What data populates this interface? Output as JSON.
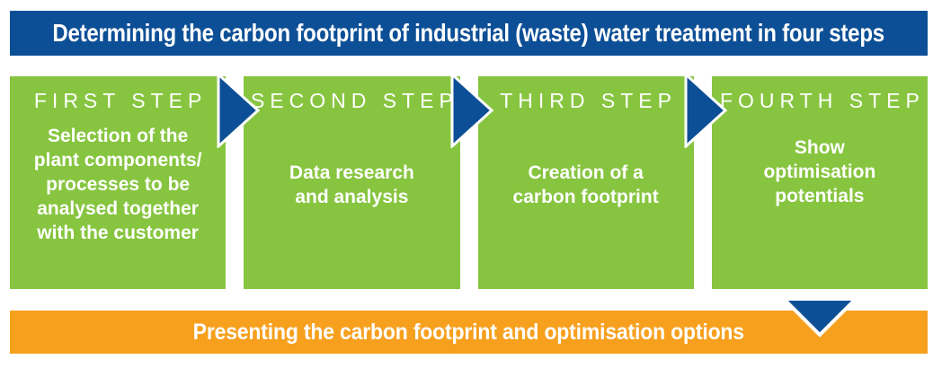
{
  "colors": {
    "blue": "#0D4F96",
    "green": "#87C540",
    "orange": "#F7A01E"
  },
  "header": {
    "title": "Determining the carbon footprint of industrial (waste) water treatment in four steps"
  },
  "steps": [
    {
      "label": "FIRST STEP",
      "body": "Selection of the\nplant components/\nprocesses to be\nanalysed together\nwith the customer"
    },
    {
      "label": "SECOND STEP",
      "body": "Data research\nand analysis"
    },
    {
      "label": "THIRD STEP",
      "body": "Creation of a\ncarbon footprint"
    },
    {
      "label": "FOURTH STEP",
      "body": "Show\noptimisation\npotentials"
    }
  ],
  "footer": {
    "title": "Presenting the carbon footprint and optimisation options"
  },
  "icons": {
    "step_connector": "arrow-right-icon",
    "flow_to_footer": "arrow-down-icon"
  }
}
